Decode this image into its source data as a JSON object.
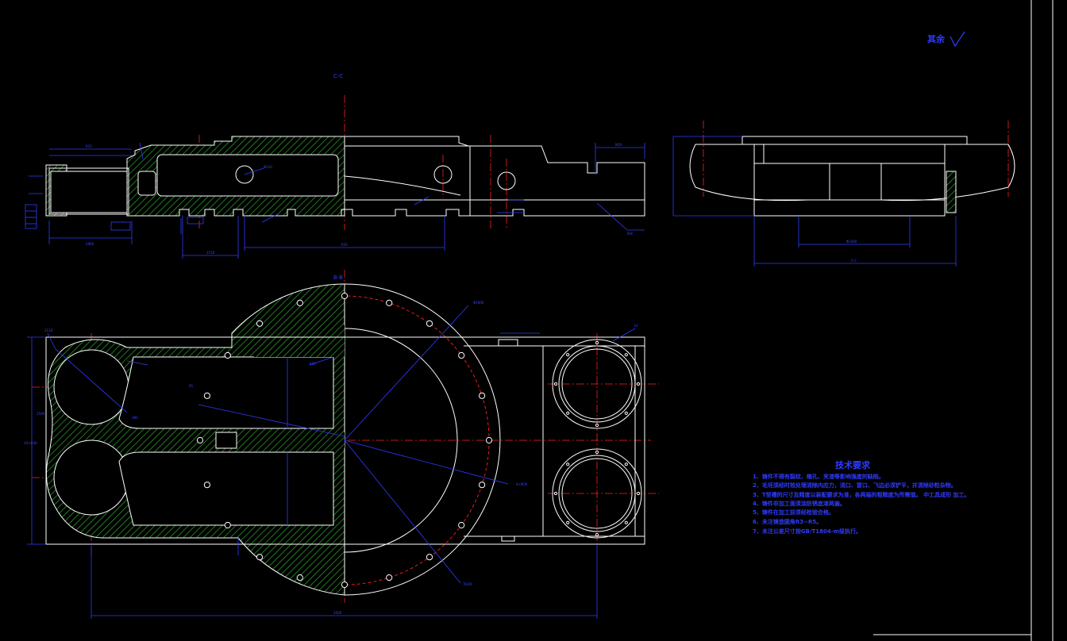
{
  "section_labels": {
    "top": "C-C",
    "plan": "B-B"
  },
  "roughness_note": "其余",
  "tech_requirements": {
    "title": "技术要求",
    "items": [
      "1、铸件不得有裂纹、缩孔、夹渣等影响强度的缺陷。",
      "2、毛坯须经时效处理消除内应力，浇口、冒口、飞边必须铲平，并清除砂粒杂物。",
      "3、T型槽的尺寸及精度以装配要求为准，各两端的粗糙度为所需值。  中工具成形   加工。",
      "4、铸件非加工面须涂防锈底漆两遍。",
      "5、铸件在加工前须经检验合格。",
      "6、未注铸造圆角R3~R5。",
      "7、未注公差尺寸按GB/T1804-m级执行。"
    ]
  },
  "dim_labels": [
    "R15",
    "2860",
    "1150",
    "650",
    "Φ220",
    "M20",
    "B-B",
    "Φ1440",
    "C-C",
    "1120",
    "10×Φ30",
    "Φ1600",
    "4×M20",
    "2000",
    "R100",
    "65",
    "14",
    "1500",
    "400",
    "280"
  ],
  "colors": {
    "outline": "#ffffff",
    "dimension": "#2f3bff",
    "centerline": "#ff2020",
    "hatch": "#2fa82f"
  }
}
